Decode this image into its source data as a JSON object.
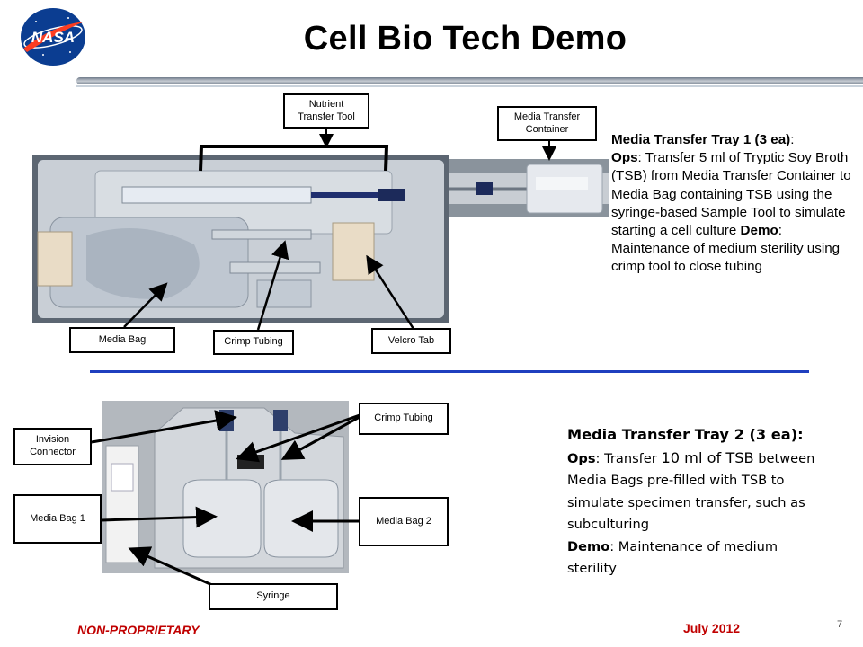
{
  "header": {
    "title": "Cell Bio Tech Demo",
    "logo_text": "NASA"
  },
  "tray1": {
    "callouts": {
      "nutrient_tool": "Nutrient\nTransfer Tool",
      "media_container": "Media Transfer\nContainer",
      "media_bag": "Media Bag",
      "crimp_tubing": "Crimp Tubing",
      "velcro_tab": "Velcro Tab"
    },
    "description": {
      "heading": "Media Transfer Tray 1 (3 ea)",
      "heading_suffix": ":",
      "ops_label": "Ops",
      "ops_text": ": Transfer 5 ml of Tryptic Soy Broth (TSB) from Media Transfer Container to Media Bag containing TSB using the syringe-based Sample Tool to simulate starting a cell culture",
      "demo_label": "Demo",
      "demo_text": ": Maintenance of medium sterility using crimp tool to close tubing"
    }
  },
  "tray2": {
    "callouts": {
      "invision_connector": "Invision\nConnector",
      "crimp_tubing": "Crimp Tubing",
      "media_bag_1": "Media Bag 1",
      "media_bag_2": "Media Bag 2",
      "syringe": "Syringe"
    },
    "description": {
      "heading": "Media Transfer Tray 2 (3 ea):",
      "ops_label": "Ops",
      "ops_text_a": ": Transfer ",
      "ops_text_b": "10 ml of TSB",
      "ops_text_c": " between Media Bags pre-filled with TSB to simulate specimen transfer, such as subculturing",
      "demo_label": "Demo",
      "demo_text": ": Maintenance of medium sterility"
    }
  },
  "footer": {
    "classification": "NON-PROPRIETARY",
    "date": "July 2012",
    "page_number": "7"
  },
  "colors": {
    "footer_red": "#c00000",
    "divider_blue": "#1f3fbf",
    "nasa_blue": "#0b3d91",
    "nasa_red": "#fc3d21"
  }
}
